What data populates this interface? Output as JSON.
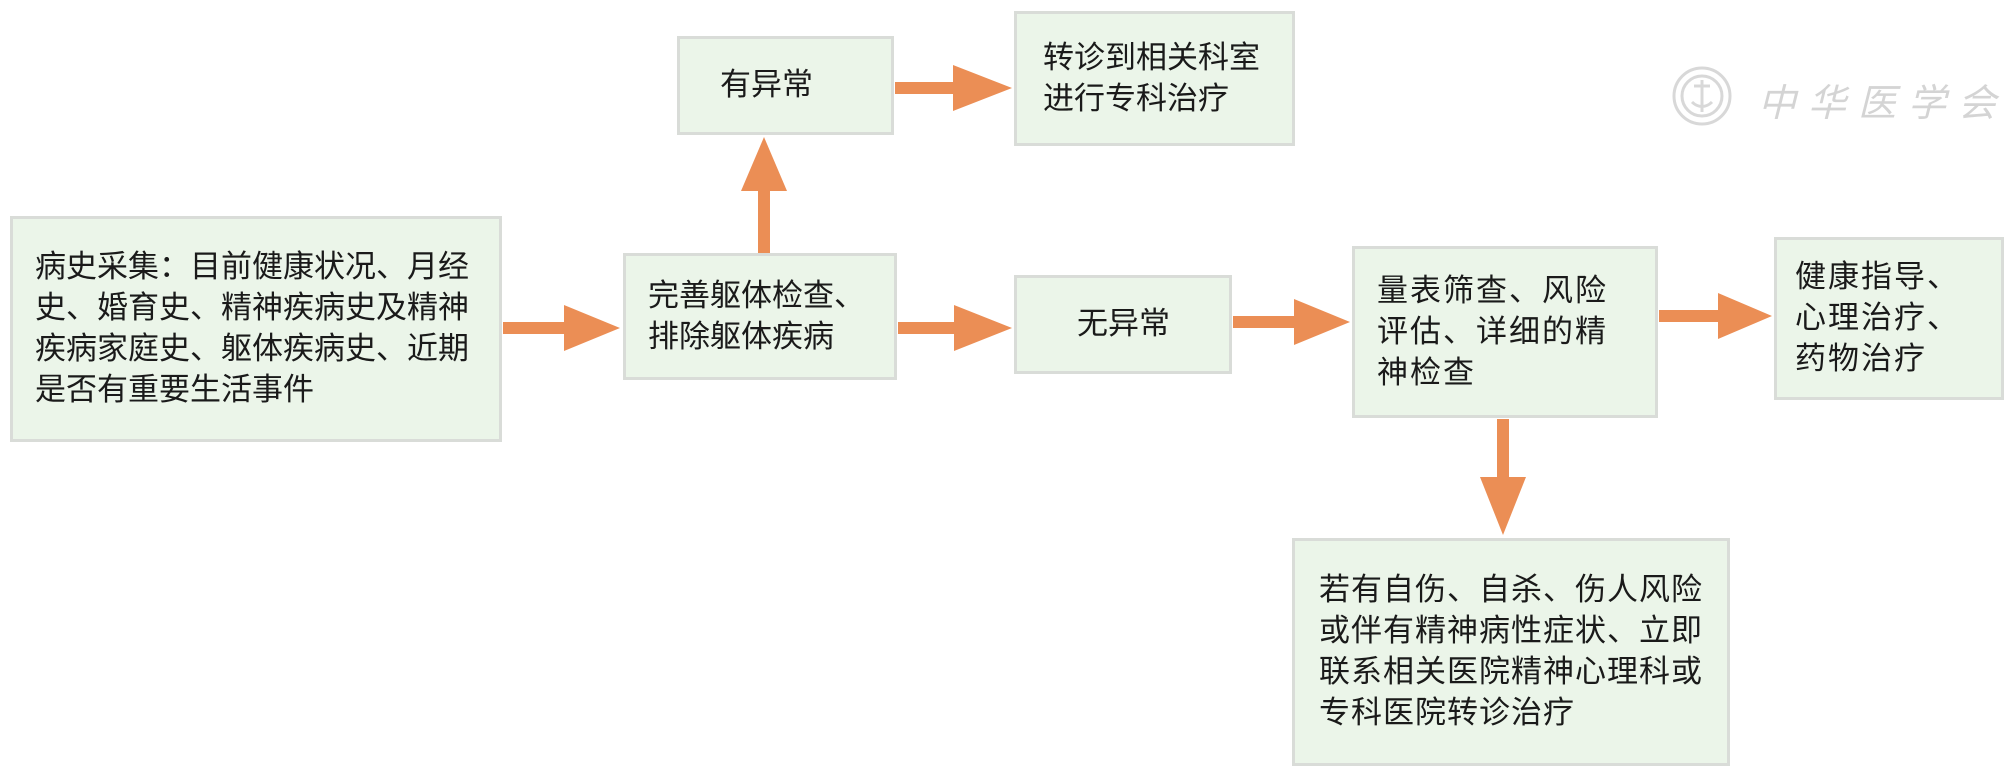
{
  "nodes": {
    "history": "病史采集：目前健康状况、月经史、婚育史、精神疾病史及精神疾病家庭史、躯体疾病史、近期是否有重要生活事件",
    "physical_exam": "完善躯体检查、排除躯体疾病",
    "abnormal": "有异常",
    "referral": "转诊到相关科室进行专科治疗",
    "normal": "无异常",
    "screening": "量表筛查、风险评估、详细的精神检查",
    "guidance": "健康指导、心理治疗、药物治疗",
    "risk_referral": "若有自伤、自杀、伤人风险或伴有精神病性症状、立即联系相关医院精神心理科或专科医院转诊治疗"
  },
  "watermark": "中华医学会",
  "colors": {
    "box_fill": "#ebf5e9",
    "box_border": "#d9dcd8",
    "arrow": "#eb8e55"
  }
}
